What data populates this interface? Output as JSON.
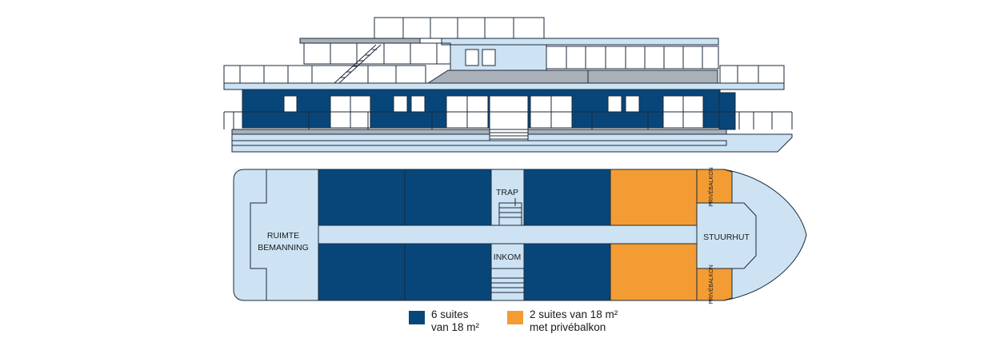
{
  "colors": {
    "navy": "#08467a",
    "light": "#cde3f4",
    "orange": "#f39c33",
    "line": "#1b2a3a",
    "white": "#ffffff",
    "grey": "#a9b0b8"
  },
  "deckplan": {
    "labels": {
      "crew_room_line1": "RUIMTE",
      "crew_room_line2": "BEMANNING",
      "stairs": "TRAP",
      "entrance": "INKOM",
      "wheelhouse": "STUURHUT",
      "balcony_top": "PRIVÉBALKON",
      "balcony_bottom": "PRIVÉBALKON"
    }
  },
  "legend": [
    {
      "line1": "6 suites",
      "line2": "van 18 m²",
      "color": "#08467a"
    },
    {
      "line1": "2 suites van 18 m²",
      "line2": "met privébalkon",
      "color": "#f39c33"
    }
  ]
}
